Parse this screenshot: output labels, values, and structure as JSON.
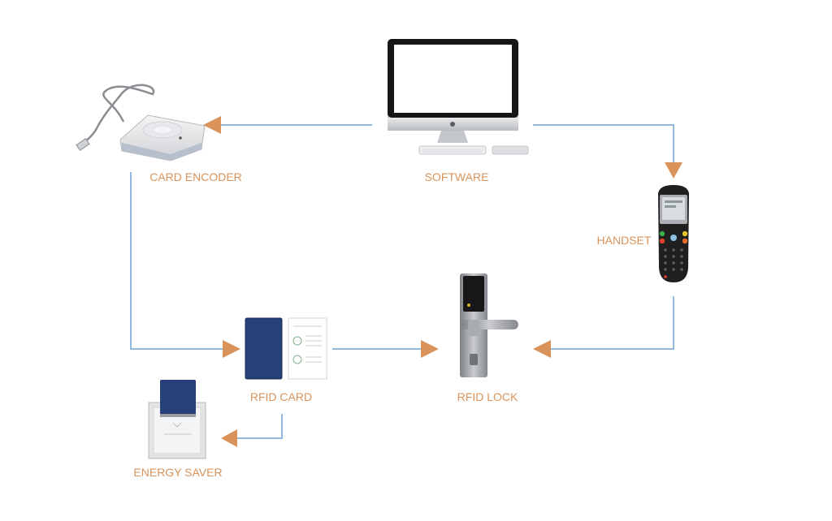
{
  "nodes": {
    "software": {
      "label": "SOFTWARE",
      "icon": "imac-computer-icon"
    },
    "card_encoder": {
      "label": "CARD ENCODER",
      "icon": "card-encoder-icon"
    },
    "handset": {
      "label": "HANDSET",
      "icon": "handheld-terminal-icon"
    },
    "rfid_card": {
      "label": "RFID CARD",
      "icon": "rfid-card-icon"
    },
    "rfid_lock": {
      "label": "RFID LOCK",
      "icon": "door-lock-icon"
    },
    "energy_saver": {
      "label": "ENERGY SAVER",
      "icon": "energy-saver-icon"
    }
  },
  "edges": [
    {
      "from": "software",
      "to": "card_encoder"
    },
    {
      "from": "software",
      "to": "handset"
    },
    {
      "from": "card_encoder",
      "to": "rfid_card"
    },
    {
      "from": "rfid_card",
      "to": "rfid_lock"
    },
    {
      "from": "handset",
      "to": "rfid_lock"
    },
    {
      "from": "rfid_card",
      "to": "energy_saver"
    }
  ],
  "colors": {
    "connector_line": "#6ea3d4",
    "arrow_head": "#d9935a",
    "label_text": "#d9935a",
    "card_blue": "#27407a",
    "screen_white": "#ffffff",
    "bezel_black": "#161616",
    "lock_steel": "#9a9da2"
  }
}
